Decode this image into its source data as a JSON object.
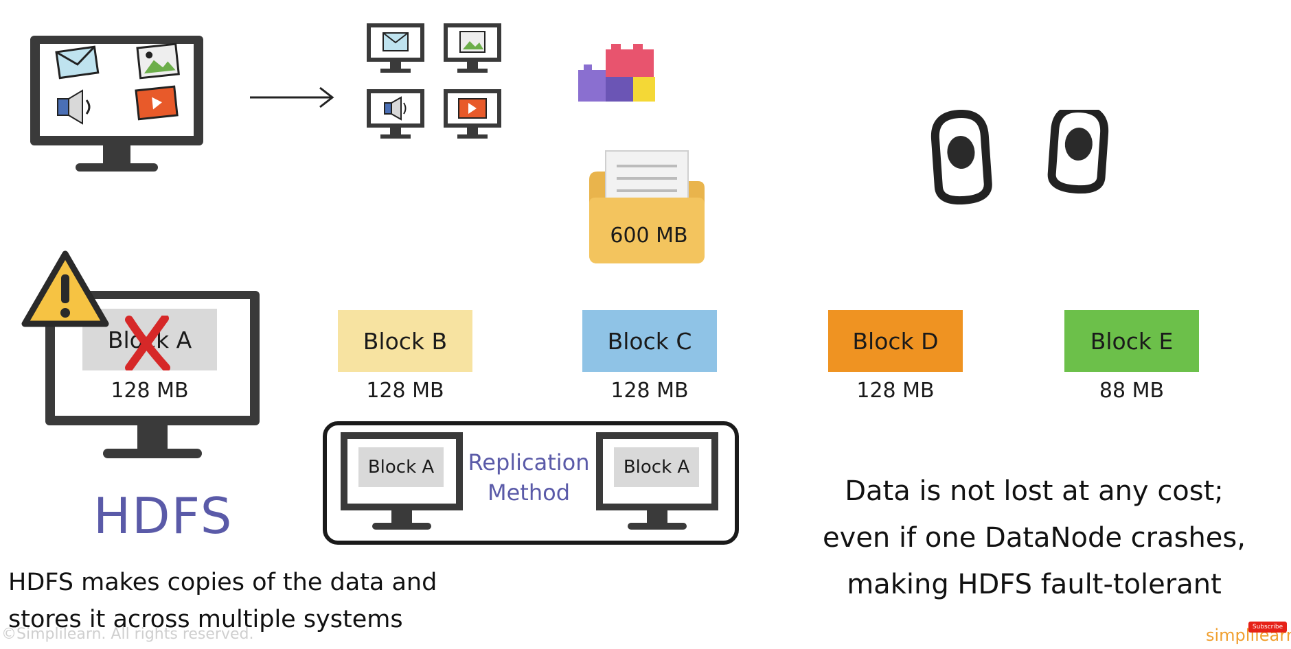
{
  "folder": {
    "size_label": "600 MB"
  },
  "blocks": [
    {
      "name": "Block A",
      "size": "128 MB",
      "color": "#d9d9d9"
    },
    {
      "name": "Block B",
      "size": "128 MB",
      "color": "#f7e3a1"
    },
    {
      "name": "Block C",
      "size": "128 MB",
      "color": "#8fc3e6"
    },
    {
      "name": "Block D",
      "size": "128 MB",
      "color": "#ef9322"
    },
    {
      "name": "Block E",
      "size": "88 MB",
      "color": "#6cc04a"
    }
  ],
  "replication": {
    "left_block": "Block A",
    "right_block": "Block A",
    "label_line1": "Replication",
    "label_line2": "Method"
  },
  "hdfs_title": "HDFS",
  "caption_left": {
    "line1": "HDFS makes copies of the data and",
    "line2": "stores it across multiple systems"
  },
  "caption_right": {
    "line1": "Data is not lost at any cost;",
    "line2": "even if one DataNode crashes,",
    "line3": "making HDFS fault-tolerant"
  },
  "watermark": "©Simplilearn. All rights reserved.",
  "brand": {
    "logo": "simplilearn",
    "subscribe": "Subscribe"
  },
  "colors": {
    "accent_purple": "#5a5aa8",
    "warning_yellow": "#f6c343",
    "cross_red": "#d62828"
  }
}
